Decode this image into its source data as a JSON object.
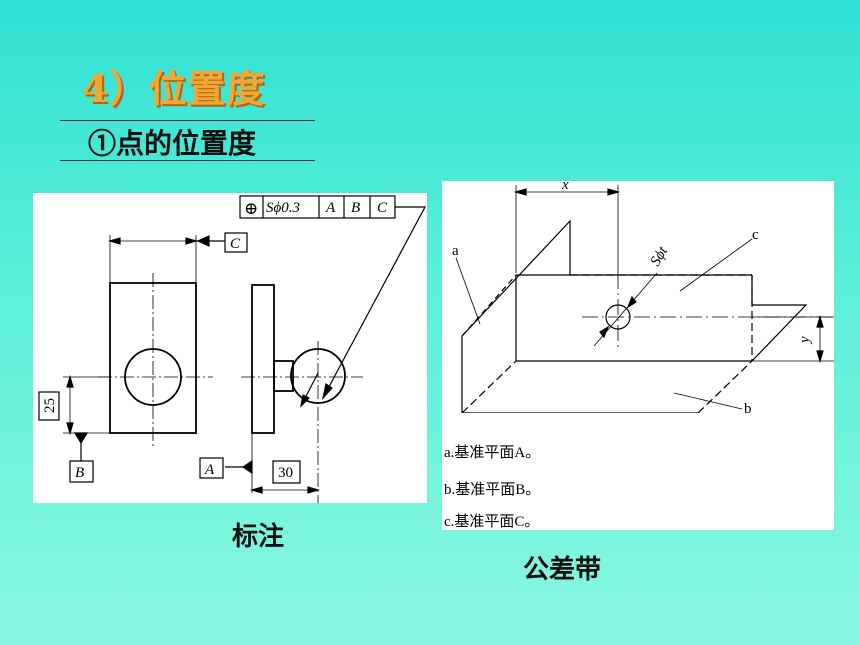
{
  "header": {
    "title": "4）位置度",
    "subtitle": "①点的位置度"
  },
  "left_figure": {
    "frame": {
      "symbol": "⊕",
      "tolerance": "Sϕ0.3",
      "datum_a": "A",
      "datum_b": "B",
      "datum_c": "C"
    },
    "datum_c_label": "C",
    "datum_b_label": "B",
    "datum_a_label": "A",
    "dim_25": "25",
    "dim_30": "30",
    "caption": "标注"
  },
  "right_figure": {
    "label_x": "x",
    "label_y": "y",
    "label_s_phi_t": "Sϕt",
    "label_a": "a",
    "label_b": "b",
    "label_c": "c",
    "notes": [
      "a.基准平面A。",
      "b.基准平面B。",
      "c.基准平面C。"
    ],
    "caption": "公差带"
  }
}
